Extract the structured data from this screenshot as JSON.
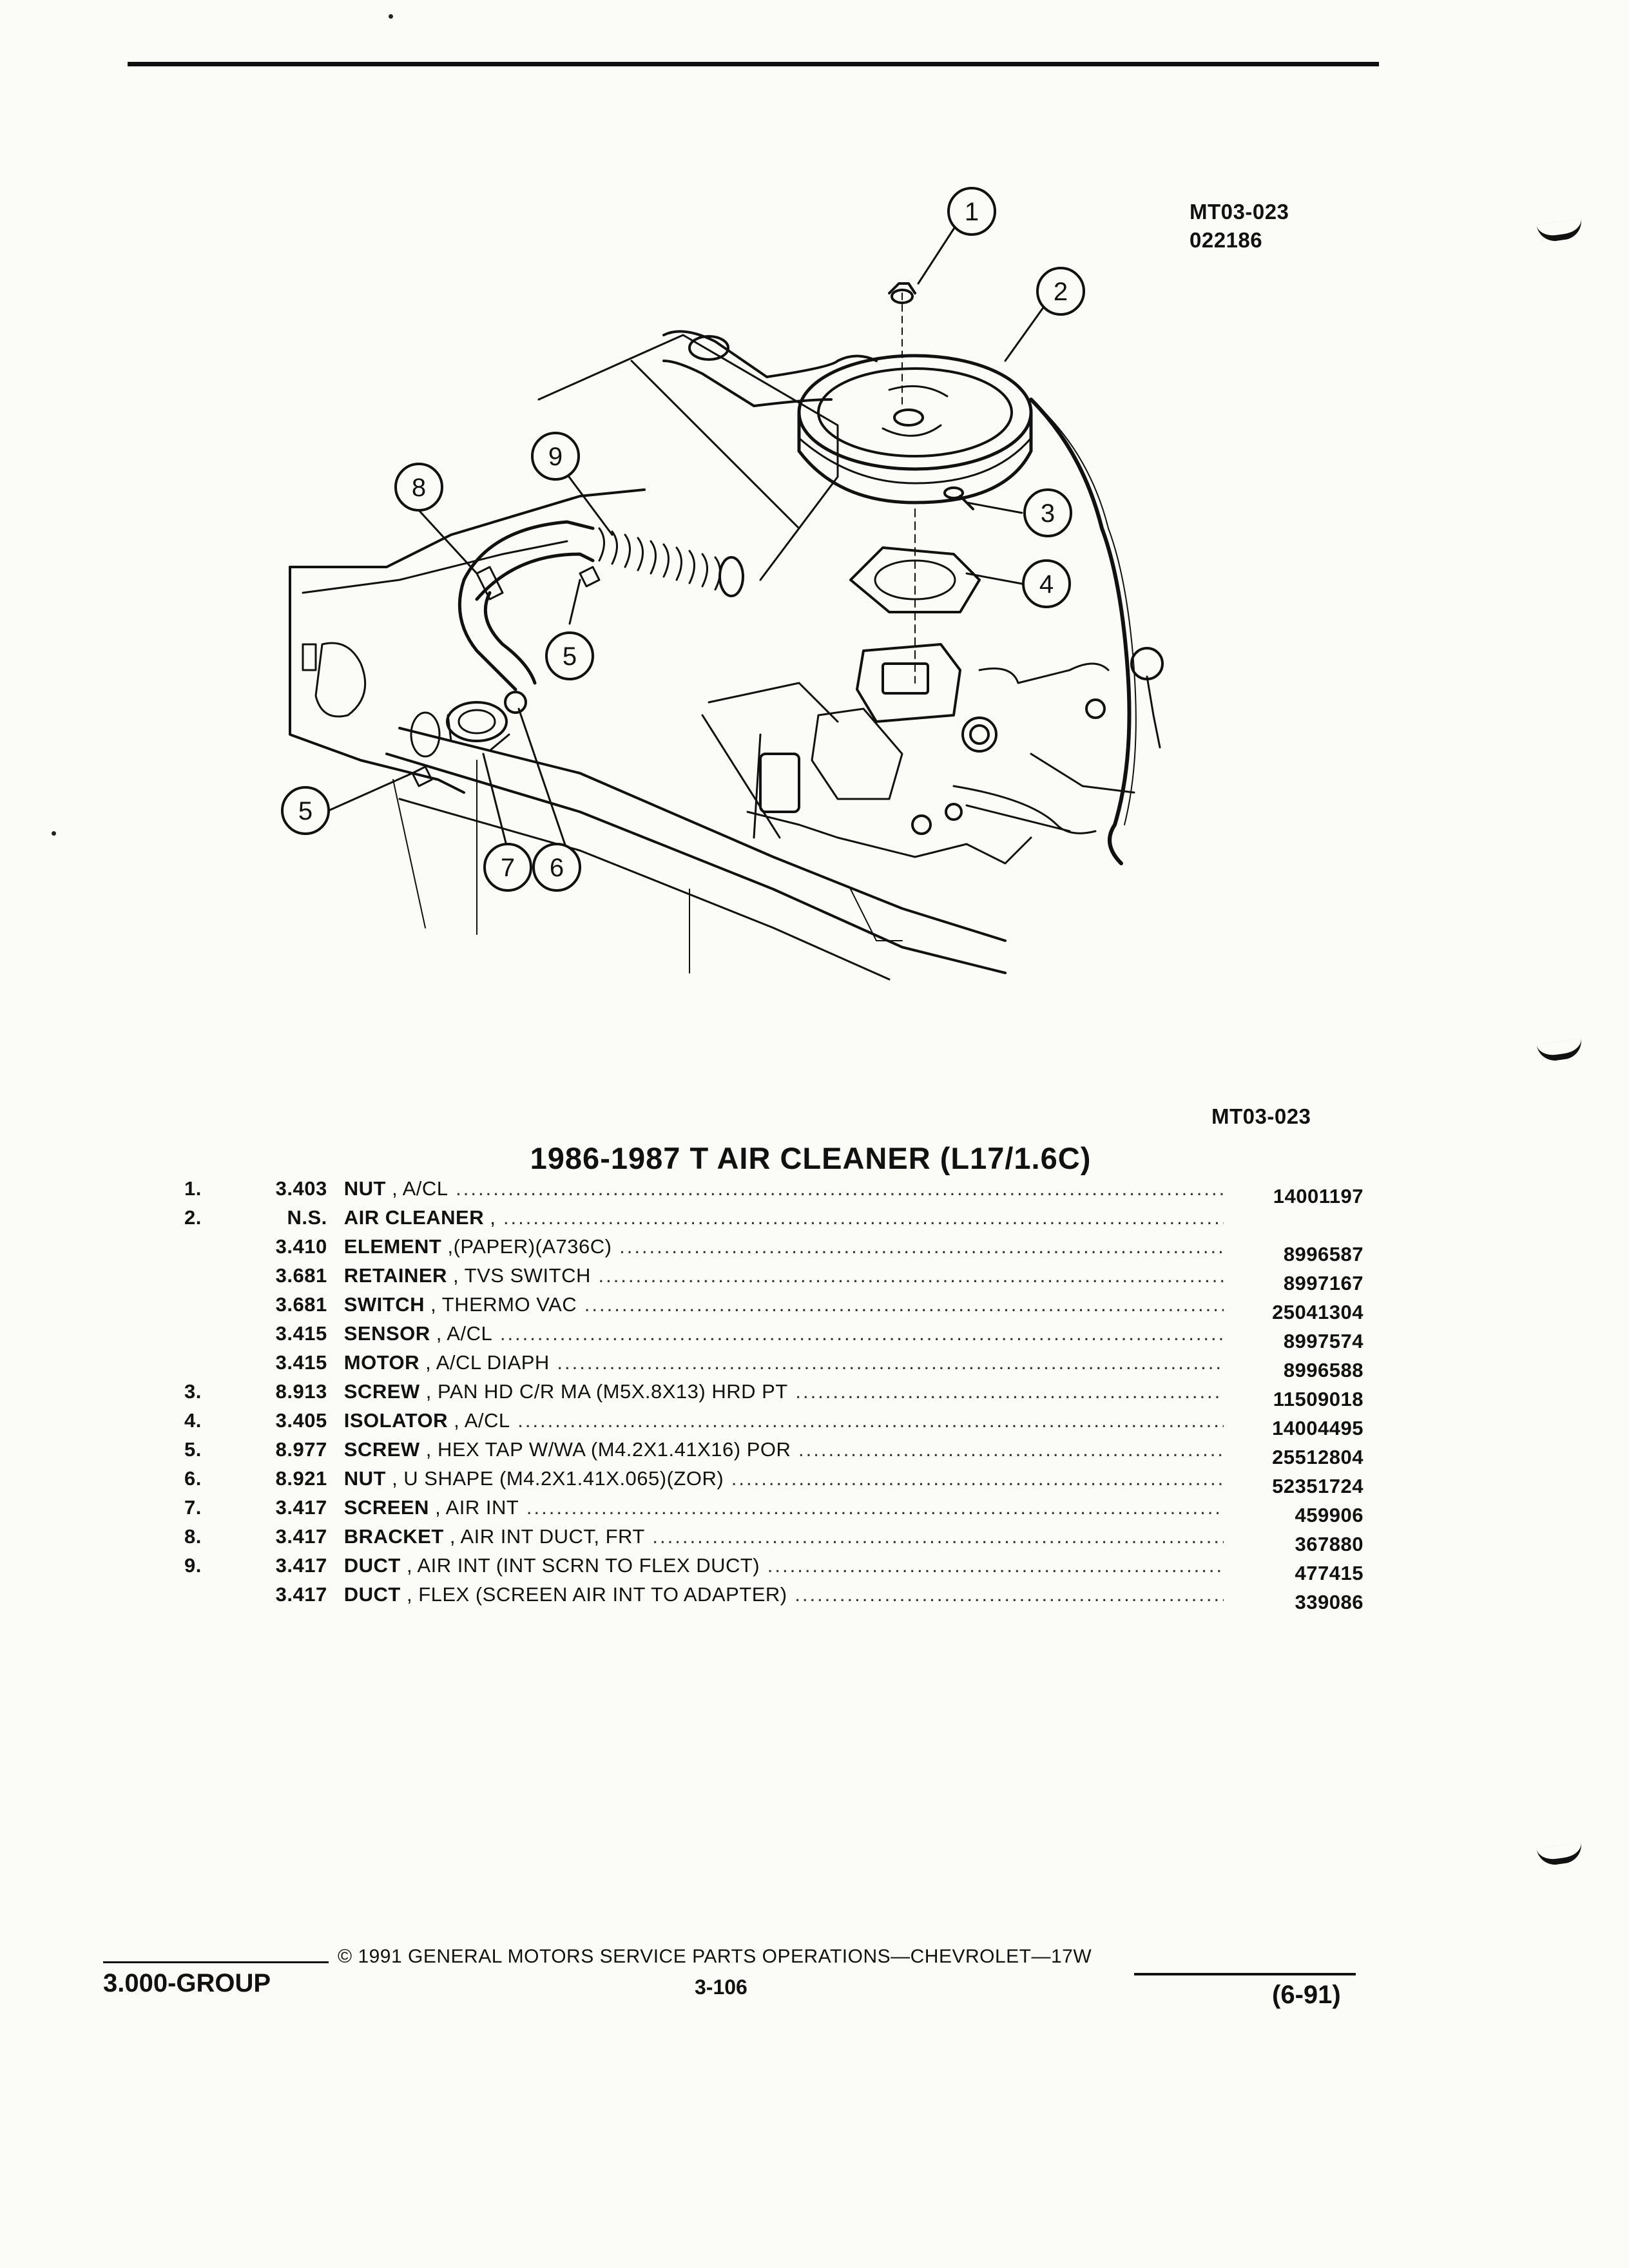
{
  "figure_code": "MT03-023",
  "figure_date": "022186",
  "callouts": [
    "1",
    "2",
    "3",
    "4",
    "5",
    "5",
    "6",
    "7",
    "8",
    "9"
  ],
  "figure_ref": "MT03-023",
  "title": "1986-1987 T AIR CLEANER (L17/1.6C)",
  "parts": [
    {
      "num": "1.",
      "code": "3.403",
      "name": "NUT",
      "desc": " , A/CL",
      "pn": "14001197"
    },
    {
      "num": "2.",
      "code": "N.S.",
      "name": "AIR CLEANER",
      "desc": " ,",
      "pn": ""
    },
    {
      "num": "",
      "code": "3.410",
      "name": "ELEMENT",
      "desc": " ,(PAPER)(A736C)",
      "pn": "8996587"
    },
    {
      "num": "",
      "code": "3.681",
      "name": "RETAINER",
      "desc": " , TVS SWITCH",
      "pn": "8997167"
    },
    {
      "num": "",
      "code": "3.681",
      "name": "SWITCH",
      "desc": " , THERMO VAC",
      "pn": "25041304"
    },
    {
      "num": "",
      "code": "3.415",
      "name": "SENSOR",
      "desc": " , A/CL",
      "pn": "8997574"
    },
    {
      "num": "",
      "code": "3.415",
      "name": "MOTOR",
      "desc": " , A/CL DIAPH",
      "pn": "8996588"
    },
    {
      "num": "3.",
      "code": "8.913",
      "name": "SCREW",
      "desc": " , PAN HD C/R MA (M5X.8X13) HRD PT",
      "pn": "11509018"
    },
    {
      "num": "4.",
      "code": "3.405",
      "name": "ISOLATOR",
      "desc": " , A/CL",
      "pn": "14004495"
    },
    {
      "num": "5.",
      "code": "8.977",
      "name": "SCREW",
      "desc": " , HEX TAP W/WA (M4.2X1.41X16) POR",
      "pn": "25512804"
    },
    {
      "num": "6.",
      "code": "8.921",
      "name": "NUT",
      "desc": " , U SHAPE (M4.2X1.41X.065)(ZOR)",
      "pn": "52351724"
    },
    {
      "num": "7.",
      "code": "3.417",
      "name": "SCREEN",
      "desc": " , AIR INT",
      "pn": "459906"
    },
    {
      "num": "8.",
      "code": "3.417",
      "name": "BRACKET",
      "desc": " , AIR INT DUCT, FRT",
      "pn": "367880"
    },
    {
      "num": "9.",
      "code": "3.417",
      "name": "DUCT",
      "desc": " , AIR INT (INT SCRN TO FLEX DUCT)",
      "pn": "477415"
    },
    {
      "num": "",
      "code": "3.417",
      "name": "DUCT",
      "desc": " , FLEX (SCREEN AIR INT TO ADAPTER)",
      "pn": "339086"
    }
  ],
  "footer": {
    "copyright": "© 1991 GENERAL MOTORS SERVICE PARTS OPERATIONS—CHEVROLET—17W",
    "group": "3.000-GROUP",
    "page": "3-106",
    "date": "(6-91)"
  }
}
